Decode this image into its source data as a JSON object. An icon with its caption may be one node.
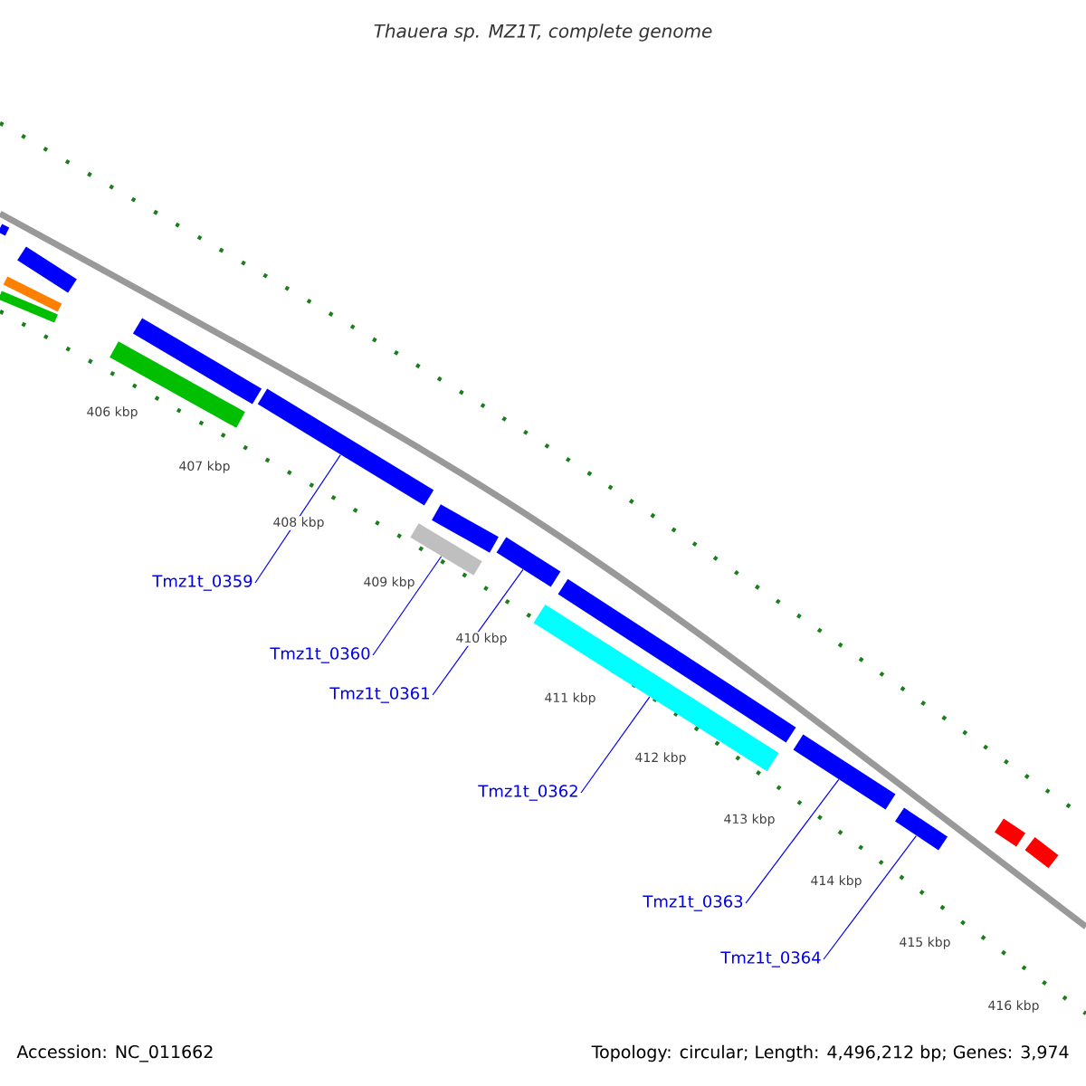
{
  "diagram": {
    "title": "Thauera sp. MZ1T, complete genome",
    "nodes": [
      {
        "text": [
          "Tmz1t_0359"
        ]
      },
      {
        "text": [
          "Tmz1t_0360"
        ]
      },
      {
        "text": [
          "Tmz1t_0361"
        ]
      },
      {
        "text": [
          "Tmz1t_0362"
        ]
      },
      {
        "text": [
          "Tmz1t_0363"
        ]
      },
      {
        "text": [
          "Tmz1t_0364"
        ]
      },
      {
        "text": [],
        "shape": "bar"
      },
      {
        "text": [],
        "shape": "bar"
      },
      {
        "text": [],
        "shape": "bar"
      },
      {
        "text": [],
        "shape": "bar"
      },
      {
        "text": [],
        "shape": "bar"
      },
      {
        "text": [],
        "shape": "bar"
      },
      {
        "text": [],
        "shape": "bar"
      },
      {
        "text": [],
        "shape": "bar"
      },
      {
        "text": [],
        "shape": "bar"
      },
      {
        "text": [],
        "shape": "bar"
      },
      {
        "text": [],
        "shape": "bar"
      },
      {
        "text": [],
        "shape": "bar"
      },
      {
        "text": [],
        "shape": "bar"
      },
      {
        "text": [],
        "shape": "bar"
      },
      {
        "text": [],
        "shape": "bar"
      },
      {
        "text": [],
        "shape": "bar"
      }
    ],
    "edges": [
      {
        "from": 0,
        "to": 12,
        "arrow": "none"
      },
      {
        "from": 1,
        "to": 13,
        "arrow": "none"
      },
      {
        "from": 2,
        "to": 15,
        "arrow": "none"
      },
      {
        "from": 3,
        "to": 16,
        "arrow": "none"
      },
      {
        "from": 4,
        "to": 18,
        "arrow": "none"
      },
      {
        "from": 5,
        "to": 19,
        "arrow": "none"
      }
    ],
    "labels": [
      "406 kbp",
      "407 kbp",
      "408 kbp",
      "409 kbp",
      "410 kbp",
      "411 kbp",
      "412 kbp",
      "413 kbp",
      "414 kbp",
      "415 kbp",
      "416 kbp",
      "Accession: NC_011662",
      "Topology: circular; Length: 4,496,212 bp; Genes: 3,974"
    ]
  }
}
